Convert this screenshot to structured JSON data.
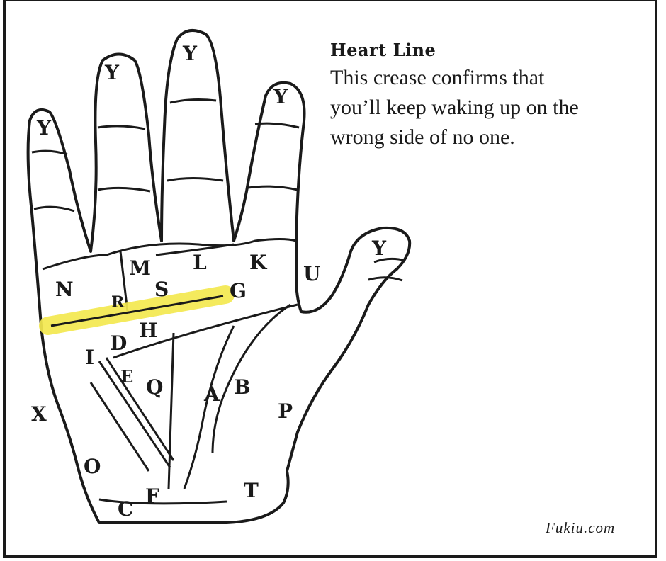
{
  "caption": {
    "title": "Heart Line",
    "lines": [
      "This crease confirms that",
      "you’ll keep waking up on the",
      "wrong side of no one."
    ]
  },
  "brand": "Fukiu.com",
  "highlight_color": "#f3e84f",
  "palm_letters": {
    "finger_little": "Y",
    "finger_ring": "Y",
    "finger_middle": "Y",
    "finger_index": "Y",
    "finger_thumb": "Y",
    "n": "N",
    "m": "M",
    "l": "L",
    "k": "K",
    "u": "U",
    "r": "R",
    "s": "S",
    "g": "G",
    "h": "H",
    "d": "D",
    "i": "I",
    "e": "E",
    "q": "Q",
    "a": "A",
    "b": "B",
    "p": "P",
    "x": "X",
    "o": "O",
    "f": "F",
    "c": "C",
    "t": "T"
  }
}
